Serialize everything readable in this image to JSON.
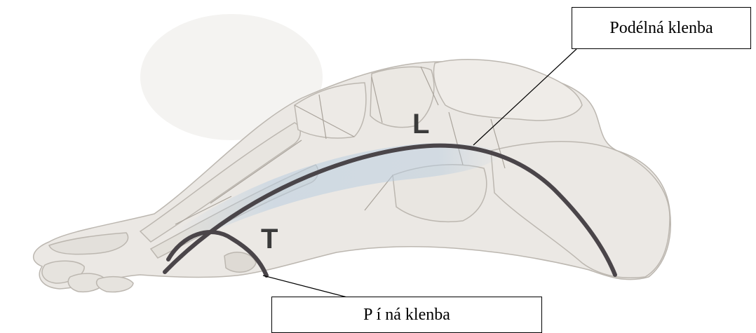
{
  "labels": {
    "longitudinal_arch": "Podélná klenba",
    "transverse_arch": "P í ná klenba",
    "letter_l": "L",
    "letter_t": "T"
  },
  "colors": {
    "bone_fill": "#ebe8e4",
    "bone_outline": "#bcb7b0",
    "bone_shade": "#d6d1ca",
    "arch_line": "#4a4549",
    "blue_tint": "#b9cde0",
    "leader_line": "#000000"
  }
}
